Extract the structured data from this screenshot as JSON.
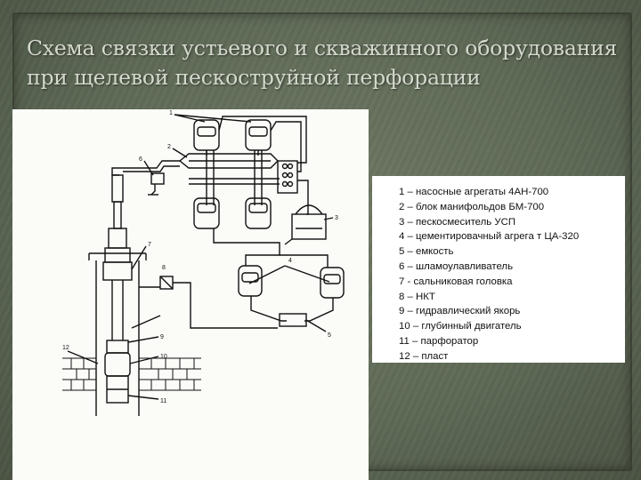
{
  "slide": {
    "title_lines": [
      "Схема связки устьевого и скважинного оборудования",
      "при щелевой пескоструйной перфорации"
    ]
  },
  "diagram": {
    "callouts": [
      "1",
      "2",
      "3",
      "4",
      "5",
      "6",
      "7",
      "8",
      "9",
      "10",
      "11",
      "12"
    ]
  },
  "legend": {
    "items": [
      "1 – насосные агрегаты 4АН-700",
      "2 – блок манифольдов БМ-700",
      "3 – пескосмеситель УСП",
      "4 – цементировачный агрега т ЦА-320",
      "5 – емкость",
      "6 – шламоулавливатель",
      "7 -  сальниковая головка",
      "8 – НКТ",
      "9 – гидравлический якорь",
      "10 – глубинный двигатель",
      "11 – парфоратор",
      "12 – пласт"
    ]
  }
}
